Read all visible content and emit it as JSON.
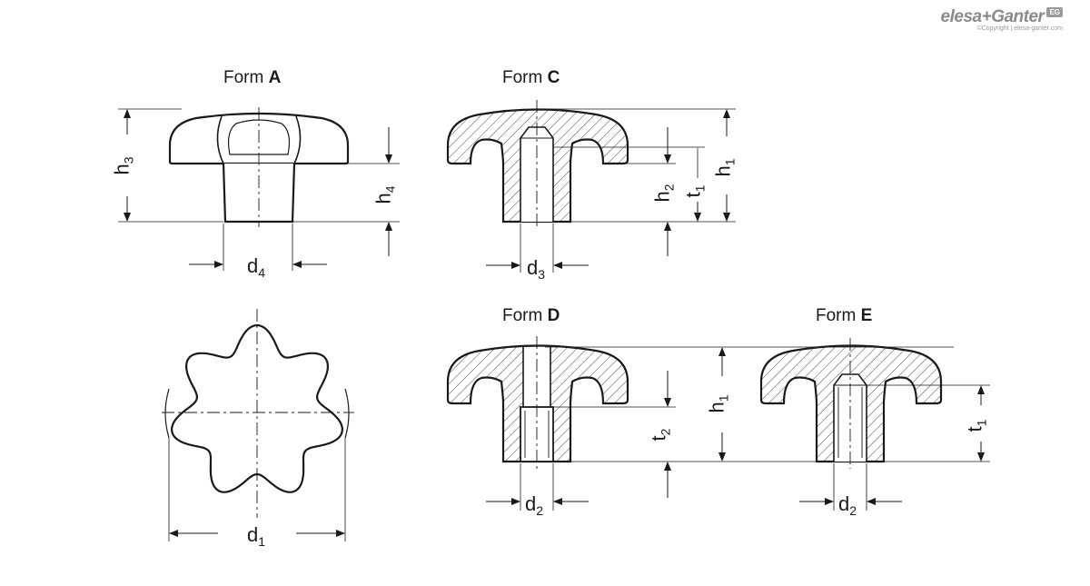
{
  "logo": {
    "brand": "elesa+Ganter",
    "badge": "EG",
    "copyright": "©Copyright | elesa-ganter.com"
  },
  "forms": {
    "a": {
      "prefix": "Form ",
      "letter": "A"
    },
    "c": {
      "prefix": "Form ",
      "letter": "C"
    },
    "d": {
      "prefix": "Form ",
      "letter": "D"
    },
    "e": {
      "prefix": "Form ",
      "letter": "E"
    }
  },
  "dimensions": {
    "h3": {
      "base": "h",
      "sub": "3"
    },
    "h4": {
      "base": "h",
      "sub": "4"
    },
    "d4": {
      "base": "d",
      "sub": "4"
    },
    "h2": {
      "base": "h",
      "sub": "2"
    },
    "t1_c": {
      "base": "t",
      "sub": "1"
    },
    "h1_c": {
      "base": "h",
      "sub": "1"
    },
    "d3": {
      "base": "d",
      "sub": "3"
    },
    "d1": {
      "base": "d",
      "sub": "1"
    },
    "h1_d": {
      "base": "h",
      "sub": "1"
    },
    "t2": {
      "base": "t",
      "sub": "2"
    },
    "d2_d": {
      "base": "d",
      "sub": "2"
    },
    "t1_e": {
      "base": "t",
      "sub": "1"
    },
    "d2_e": {
      "base": "d",
      "sub": "2"
    }
  },
  "colors": {
    "line": "#1a1a1a",
    "logo": "#8a8a8a"
  }
}
